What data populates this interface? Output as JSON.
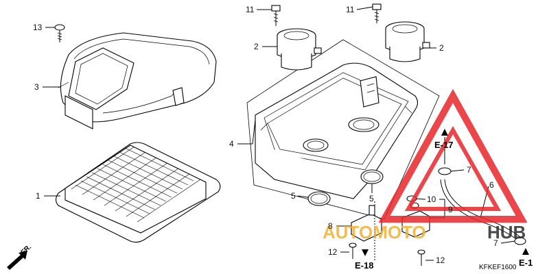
{
  "diagram": {
    "code": "KFKEF1600",
    "direction_label": "FR.",
    "callouts": [
      {
        "id": "c13",
        "text": "13"
      },
      {
        "id": "c3",
        "text": "3"
      },
      {
        "id": "c1",
        "text": "1"
      },
      {
        "id": "c11a",
        "text": "11"
      },
      {
        "id": "c2a",
        "text": "2"
      },
      {
        "id": "c11b",
        "text": "11"
      },
      {
        "id": "c2b",
        "text": "2"
      },
      {
        "id": "c4",
        "text": "4"
      },
      {
        "id": "c5a",
        "text": "5"
      },
      {
        "id": "c5b",
        "text": "5"
      },
      {
        "id": "c7a",
        "text": "7"
      },
      {
        "id": "c6",
        "text": "6"
      },
      {
        "id": "c10",
        "text": "10"
      },
      {
        "id": "c9",
        "text": "9"
      },
      {
        "id": "c8",
        "text": "8"
      },
      {
        "id": "c12a",
        "text": "12"
      },
      {
        "id": "c12b",
        "text": "12"
      },
      {
        "id": "c7b",
        "text": "7"
      }
    ],
    "references": [
      {
        "id": "e17",
        "text": "E-17"
      },
      {
        "id": "e18",
        "text": "E-18"
      },
      {
        "id": "e1",
        "text": "E-1"
      }
    ]
  },
  "watermark": {
    "text_left": "AUTOMOTO",
    "text_right": "HUB",
    "color_primary": "#e8262b",
    "color_secondary": "#f2b134",
    "color_dark": "#2b2b2b"
  }
}
